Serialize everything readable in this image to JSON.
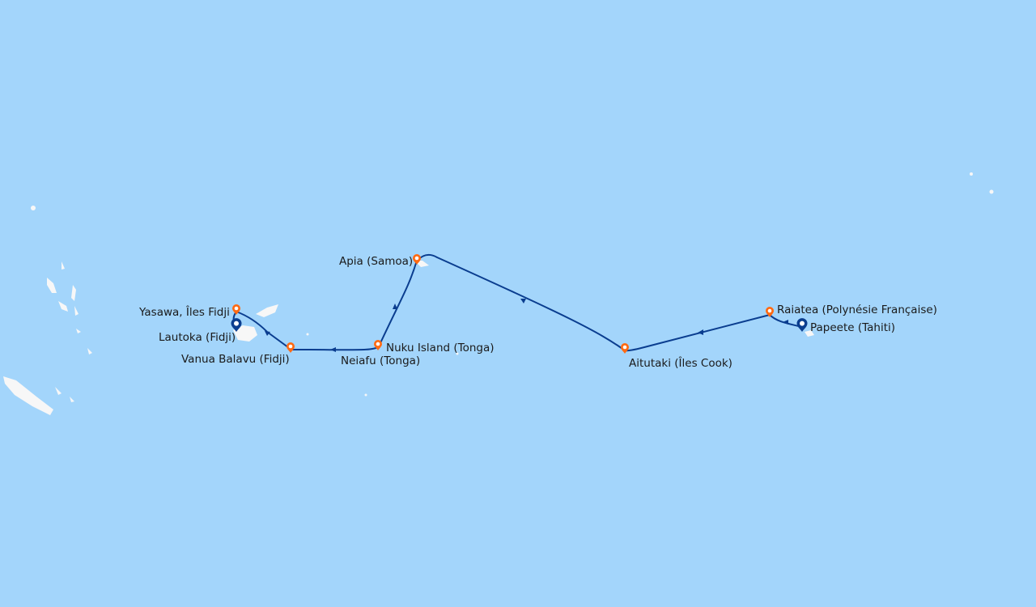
{
  "map": {
    "colors": {
      "ocean": "#a3d5fb",
      "land": "#f7f7f7",
      "route": "#0a3d8f",
      "port": "#ff6a13",
      "embark": "#0a3d8f"
    },
    "ports": [
      {
        "name": "Papeete (Tahiti)",
        "type": "embark",
        "icon": "ship-pin-icon"
      },
      {
        "name": "Raiatea (Polynésie Française)",
        "type": "port",
        "icon": "map-pin-icon"
      },
      {
        "name": "Aitutaki (Îles Cook)",
        "type": "port",
        "icon": "map-pin-icon"
      },
      {
        "name": "Apia (Samoa)",
        "type": "port",
        "icon": "map-pin-icon"
      },
      {
        "name": "Nuku Island (Tonga)",
        "type": "port",
        "icon": "map-pin-icon"
      },
      {
        "name": "Neiafu (Tonga)",
        "type": "port",
        "icon": "map-pin-icon"
      },
      {
        "name": "Vanua Balavu (Fidji)",
        "type": "port",
        "icon": "map-pin-icon"
      },
      {
        "name": "Yasawa, Îles Fidji",
        "type": "port",
        "icon": "map-pin-icon"
      },
      {
        "name": "Lautoka (Fidji)",
        "type": "disembark",
        "icon": "ship-pin-icon"
      }
    ]
  }
}
